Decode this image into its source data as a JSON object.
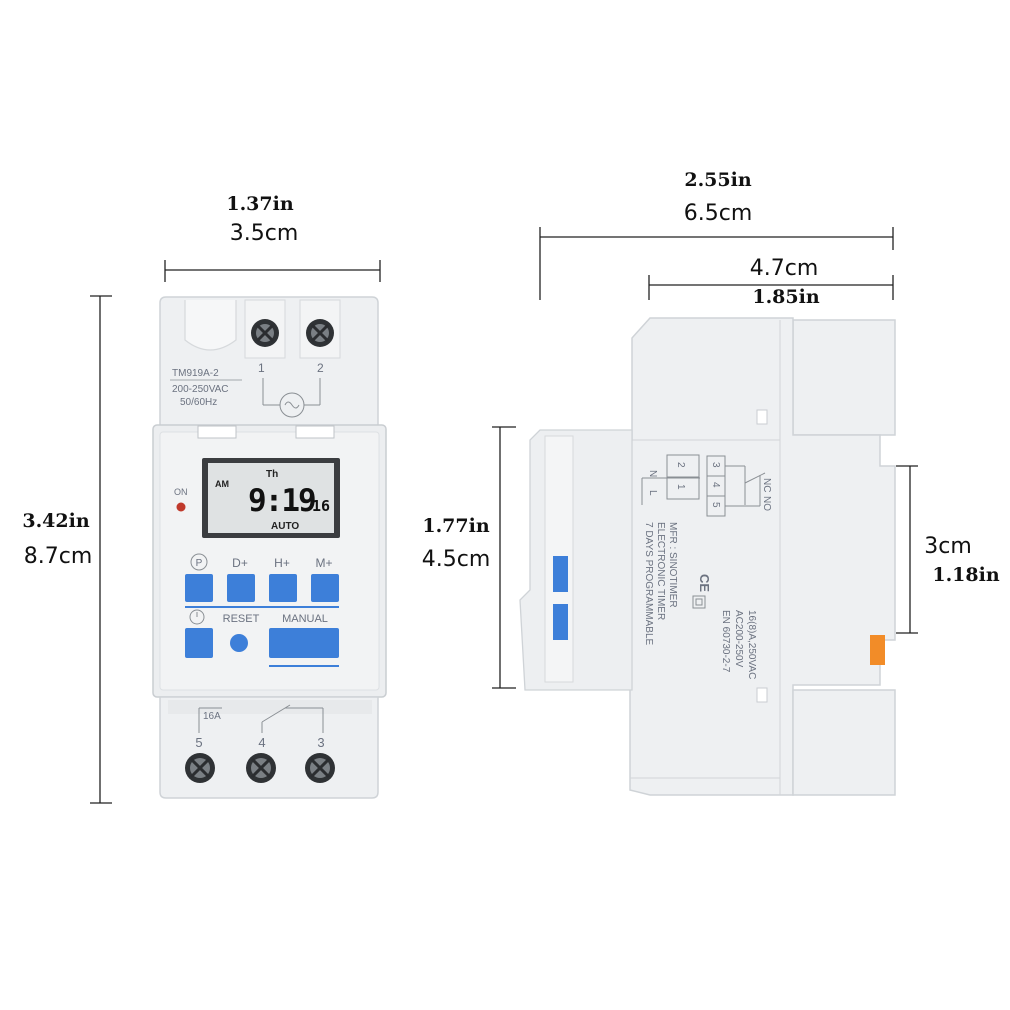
{
  "dimensions": {
    "front_width": {
      "in": "1.37in",
      "cm": "3.5cm"
    },
    "front_height": {
      "in": "3.42in",
      "cm": "8.7cm"
    },
    "side_total_width": {
      "in": "2.55in",
      "cm": "6.5cm"
    },
    "side_body_width": {
      "cm": "4.7cm",
      "in": "1.85in"
    },
    "side_left_height": {
      "in": "1.77in",
      "cm": "4.5cm"
    },
    "side_right_height": {
      "cm": "3cm",
      "in": "1.18in"
    }
  },
  "front": {
    "model": "TM919A-2",
    "voltage": "200-250VAC",
    "frequency": "50/60Hz",
    "terminal_top_left": "1",
    "terminal_top_right": "2",
    "on_label": "ON",
    "lcd": {
      "am": "AM",
      "day": "Th",
      "time": "9:19",
      "seconds": "16",
      "mode": "AUTO"
    },
    "button_labels": [
      "D+",
      "H+",
      "M+"
    ],
    "reset_label": "RESET",
    "manual_label": "MANUAL",
    "relay_label": "16A",
    "terminals_bottom": [
      "5",
      "4",
      "3"
    ]
  },
  "side": {
    "terminal_block_labels": {
      "L": "L",
      "N": "N",
      "t1": "1",
      "t2": "2",
      "t5": "5",
      "t4": "4",
      "t3": "3",
      "no": "NO",
      "nc": "NC"
    },
    "text_lines": [
      "7 DAYS PROGRAMMABLE",
      "ELECTRONIC TIMER",
      "MFR : SINOTIMER",
      "EN 60730-2-7",
      "AC200-250V",
      "16(8)A,250VAC"
    ],
    "ce_mark": "CE"
  },
  "colors": {
    "housing": "#eef0f2",
    "housing_edge": "#d3d6da",
    "button_blue": "#3d7fd9",
    "lcd_bg": "#dfe2e3",
    "orange_tab": "#f28c28",
    "led_red": "#c0392b"
  }
}
